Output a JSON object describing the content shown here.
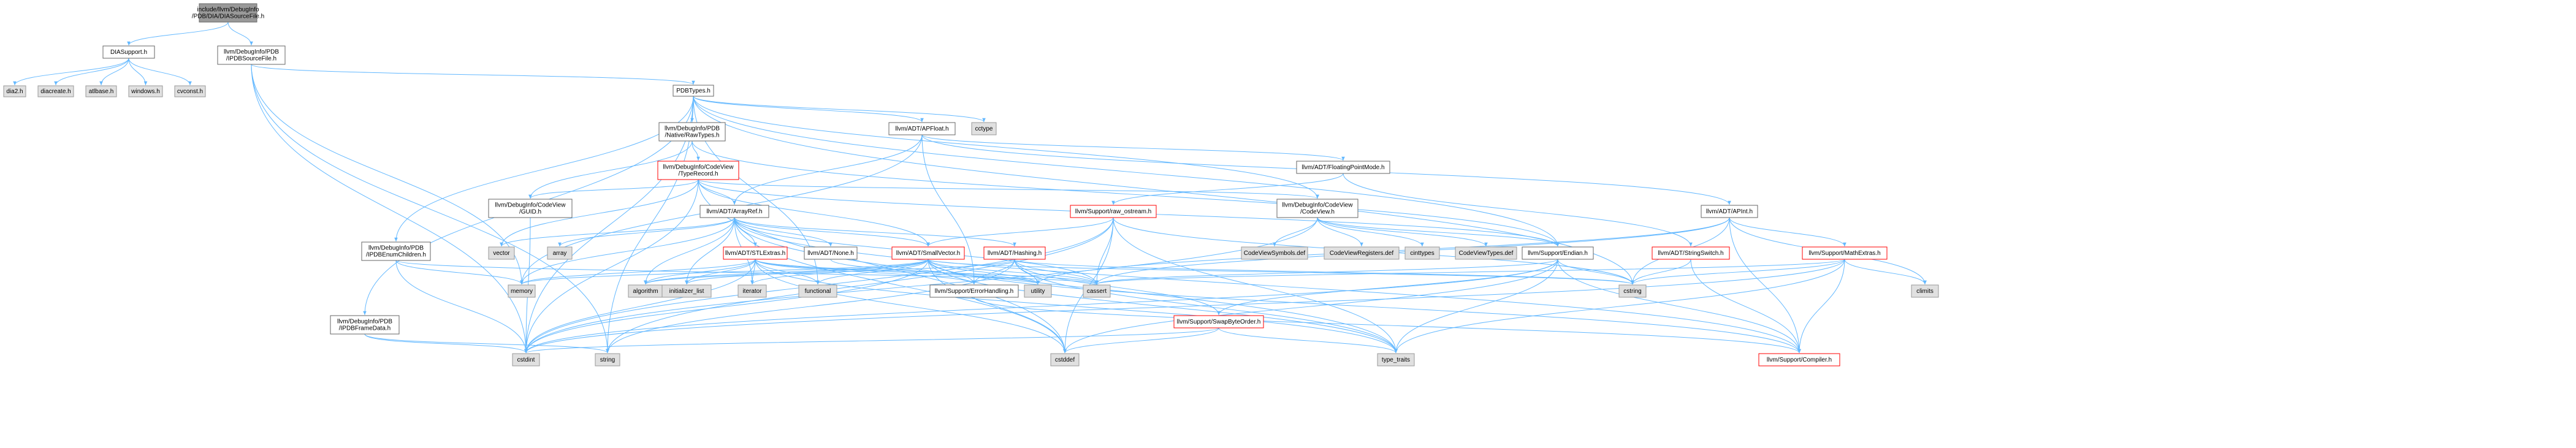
{
  "nodes": [
    {
      "id": "root",
      "lines": [
        "include/llvm/DebugInfo",
        "/PDB/DIA/DIASourceFile.h"
      ],
      "style": "root"
    },
    {
      "id": "diasupport",
      "lines": [
        "DIASupport.h"
      ],
      "style": "normal"
    },
    {
      "id": "ipdbsourcefile",
      "lines": [
        "llvm/DebugInfo/PDB",
        "/IPDBSourceFile.h"
      ],
      "style": "normal"
    },
    {
      "id": "dia2",
      "lines": [
        "dia2.h"
      ],
      "style": "gray"
    },
    {
      "id": "diacreate",
      "lines": [
        "diacreate.h"
      ],
      "style": "gray"
    },
    {
      "id": "atlbase",
      "lines": [
        "atlbase.h"
      ],
      "style": "gray"
    },
    {
      "id": "windows",
      "lines": [
        "windows.h"
      ],
      "style": "gray"
    },
    {
      "id": "cvconst",
      "lines": [
        "cvconst.h"
      ],
      "style": "gray"
    },
    {
      "id": "pdbtypes",
      "lines": [
        "PDBTypes.h"
      ],
      "style": "normal"
    },
    {
      "id": "nativerawtypes",
      "lines": [
        "llvm/DebugInfo/PDB",
        "/Native/RawTypes.h"
      ],
      "style": "normal"
    },
    {
      "id": "apfloat",
      "lines": [
        "llvm/ADT/APFloat.h"
      ],
      "style": "normal"
    },
    {
      "id": "cctype",
      "lines": [
        "cctype"
      ],
      "style": "gray"
    },
    {
      "id": "typerecord",
      "lines": [
        "llvm/DebugInfo/CodeView",
        "/TypeRecord.h"
      ],
      "style": "red"
    },
    {
      "id": "floatingpointmode",
      "lines": [
        "llvm/ADT/FloatingPointMode.h"
      ],
      "style": "normal"
    },
    {
      "id": "guid",
      "lines": [
        "llvm/DebugInfo/CodeView",
        "/GUID.h"
      ],
      "style": "normal"
    },
    {
      "id": "arrayref",
      "lines": [
        "llvm/ADT/ArrayRef.h"
      ],
      "style": "normal"
    },
    {
      "id": "rawostream",
      "lines": [
        "llvm/Support/raw_ostream.h"
      ],
      "style": "red"
    },
    {
      "id": "codeview",
      "lines": [
        "llvm/DebugInfo/CodeView",
        "/CodeView.h"
      ],
      "style": "normal"
    },
    {
      "id": "apint",
      "lines": [
        "llvm/ADT/APInt.h"
      ],
      "style": "normal"
    },
    {
      "id": "ipdbenumchildren",
      "lines": [
        "llvm/DebugInfo/PDB",
        "/IPDBEnumChildren.h"
      ],
      "style": "normal"
    },
    {
      "id": "vector",
      "lines": [
        "vector"
      ],
      "style": "gray"
    },
    {
      "id": "array",
      "lines": [
        "array"
      ],
      "style": "gray"
    },
    {
      "id": "stlextras",
      "lines": [
        "llvm/ADT/STLExtras.h"
      ],
      "style": "red"
    },
    {
      "id": "adtnone",
      "lines": [
        "llvm/ADT/None.h"
      ],
      "style": "normal"
    },
    {
      "id": "smallvector",
      "lines": [
        "llvm/ADT/SmallVector.h"
      ],
      "style": "red"
    },
    {
      "id": "hashing",
      "lines": [
        "llvm/ADT/Hashing.h"
      ],
      "style": "red"
    },
    {
      "id": "codeviewsymbols",
      "lines": [
        "CodeViewSymbols.def"
      ],
      "style": "gray"
    },
    {
      "id": "codeviewregisters",
      "lines": [
        "CodeViewRegisters.def"
      ],
      "style": "gray"
    },
    {
      "id": "cinttypes",
      "lines": [
        "cinttypes"
      ],
      "style": "gray"
    },
    {
      "id": "codeviewtypes",
      "lines": [
        "CodeViewTypes.def"
      ],
      "style": "gray"
    },
    {
      "id": "endian",
      "lines": [
        "llvm/Support/Endian.h"
      ],
      "style": "normal"
    },
    {
      "id": "stringswitch",
      "lines": [
        "llvm/ADT/StringSwitch.h"
      ],
      "style": "red"
    },
    {
      "id": "mathextras",
      "lines": [
        "llvm/Support/MathExtras.h"
      ],
      "style": "red"
    },
    {
      "id": "memory",
      "lines": [
        "memory"
      ],
      "style": "gray"
    },
    {
      "id": "algorithm",
      "lines": [
        "algorithm"
      ],
      "style": "gray"
    },
    {
      "id": "initializer_list",
      "lines": [
        "initializer_list"
      ],
      "style": "gray"
    },
    {
      "id": "iterator",
      "lines": [
        "iterator"
      ],
      "style": "gray"
    },
    {
      "id": "functional",
      "lines": [
        "functional"
      ],
      "style": "gray"
    },
    {
      "id": "errorhandling",
      "lines": [
        "llvm/Support/ErrorHandling.h"
      ],
      "style": "normal"
    },
    {
      "id": "utility",
      "lines": [
        "utility"
      ],
      "style": "gray"
    },
    {
      "id": "cassert",
      "lines": [
        "cassert"
      ],
      "style": "gray"
    },
    {
      "id": "swapbyteorder",
      "lines": [
        "llvm/Support/SwapByteOrder.h"
      ],
      "style": "red"
    },
    {
      "id": "cstring",
      "lines": [
        "cstring"
      ],
      "style": "gray"
    },
    {
      "id": "climits",
      "lines": [
        "climits"
      ],
      "style": "gray"
    },
    {
      "id": "ipdbframedata",
      "lines": [
        "llvm/DebugInfo/PDB",
        "/IPDBFrameData.h"
      ],
      "style": "normal"
    },
    {
      "id": "cstdint",
      "lines": [
        "cstdint"
      ],
      "style": "gray"
    },
    {
      "id": "string",
      "lines": [
        "string"
      ],
      "style": "gray"
    },
    {
      "id": "cstddef",
      "lines": [
        "cstddef"
      ],
      "style": "gray"
    },
    {
      "id": "typetraits",
      "lines": [
        "type_traits"
      ],
      "style": "gray"
    },
    {
      "id": "compiler",
      "lines": [
        "llvm/Support/Compiler.h"
      ],
      "style": "red"
    }
  ],
  "edges": [
    [
      "root",
      "diasupport"
    ],
    [
      "root",
      "ipdbsourcefile"
    ],
    [
      "diasupport",
      "dia2"
    ],
    [
      "diasupport",
      "diacreate"
    ],
    [
      "diasupport",
      "atlbase"
    ],
    [
      "diasupport",
      "windows"
    ],
    [
      "diasupport",
      "cvconst"
    ],
    [
      "ipdbsourcefile",
      "pdbtypes"
    ],
    [
      "ipdbsourcefile",
      "cstdint"
    ],
    [
      "ipdbsourcefile",
      "memory"
    ],
    [
      "ipdbsourcefile",
      "string"
    ],
    [
      "pdbtypes",
      "nativerawtypes"
    ],
    [
      "pdbtypes",
      "apfloat"
    ],
    [
      "pdbtypes",
      "cctype"
    ],
    [
      "pdbtypes",
      "codeview"
    ],
    [
      "pdbtypes",
      "ipdbenumchildren"
    ],
    [
      "pdbtypes",
      "ipdbframedata"
    ],
    [
      "pdbtypes",
      "endian"
    ],
    [
      "pdbtypes",
      "cstdint"
    ],
    [
      "pdbtypes",
      "cstring"
    ],
    [
      "pdbtypes",
      "functional"
    ],
    [
      "pdbtypes",
      "string"
    ],
    [
      "nativerawtypes",
      "typerecord"
    ],
    [
      "nativerawtypes",
      "guid"
    ],
    [
      "nativerawtypes",
      "endian"
    ],
    [
      "apfloat",
      "apint"
    ],
    [
      "apfloat",
      "arrayref"
    ],
    [
      "apfloat",
      "floatingpointmode"
    ],
    [
      "apfloat",
      "errorhandling"
    ],
    [
      "apfloat",
      "memory"
    ],
    [
      "typerecord",
      "guid"
    ],
    [
      "typerecord",
      "arrayref"
    ],
    [
      "typerecord",
      "codeview"
    ],
    [
      "typerecord",
      "smallvector"
    ],
    [
      "typerecord",
      "endian"
    ],
    [
      "typerecord",
      "vector"
    ],
    [
      "typerecord",
      "cstdint"
    ],
    [
      "typerecord",
      "cstddef"
    ],
    [
      "floatingpointmode",
      "stringswitch"
    ],
    [
      "floatingpointmode",
      "rawostream"
    ],
    [
      "guid",
      "cstdint"
    ],
    [
      "arrayref",
      "hashing"
    ],
    [
      "arrayref",
      "smallvector"
    ],
    [
      "arrayref",
      "stlextras"
    ],
    [
      "arrayref",
      "adtnone"
    ],
    [
      "arrayref",
      "compiler"
    ],
    [
      "arrayref",
      "algorithm"
    ],
    [
      "arrayref",
      "array"
    ],
    [
      "arrayref",
      "cassert"
    ],
    [
      "arrayref",
      "cstddef"
    ],
    [
      "arrayref",
      "initializer_list"
    ],
    [
      "arrayref",
      "iterator"
    ],
    [
      "arrayref",
      "memory"
    ],
    [
      "arrayref",
      "typetraits"
    ],
    [
      "arrayref",
      "vector"
    ],
    [
      "rawostream",
      "smallvector"
    ],
    [
      "rawostream",
      "cassert"
    ],
    [
      "rawostream",
      "cstddef"
    ],
    [
      "rawostream",
      "cstdint"
    ],
    [
      "rawostream",
      "cstring"
    ],
    [
      "rawostream",
      "string"
    ],
    [
      "rawostream",
      "typetraits"
    ],
    [
      "codeview",
      "codeviewsymbols"
    ],
    [
      "codeview",
      "codeviewregisters"
    ],
    [
      "codeview",
      "cinttypes"
    ],
    [
      "codeview",
      "codeviewtypes"
    ],
    [
      "codeview",
      "endian"
    ],
    [
      "codeview",
      "cstdint"
    ],
    [
      "apint",
      "mathextras"
    ],
    [
      "apint",
      "cassert"
    ],
    [
      "apint",
      "climits"
    ],
    [
      "apint",
      "cstring"
    ],
    [
      "apint",
      "utility"
    ],
    [
      "apint",
      "compiler"
    ],
    [
      "ipdbenumchildren",
      "memory"
    ],
    [
      "ipdbenumchildren",
      "cstdint"
    ],
    [
      "ipdbenumchildren",
      "cassert"
    ],
    [
      "stlextras",
      "algorithm"
    ],
    [
      "stlextras",
      "cassert"
    ],
    [
      "stlextras",
      "cstddef"
    ],
    [
      "stlextras",
      "cstdint"
    ],
    [
      "stlextras",
      "functional"
    ],
    [
      "stlextras",
      "initializer_list"
    ],
    [
      "stlextras",
      "iterator"
    ],
    [
      "stlextras",
      "memory"
    ],
    [
      "stlextras",
      "typetraits"
    ],
    [
      "stlextras",
      "utility"
    ],
    [
      "stlextras",
      "errorhandling"
    ],
    [
      "adtnone",
      "utility"
    ],
    [
      "smallvector",
      "compiler"
    ],
    [
      "smallvector",
      "algorithm"
    ],
    [
      "smallvector",
      "cassert"
    ],
    [
      "smallvector",
      "cstddef"
    ],
    [
      "smallvector",
      "cstdint"
    ],
    [
      "smallvector",
      "cstring"
    ],
    [
      "smallvector",
      "functional"
    ],
    [
      "smallvector",
      "initializer_list"
    ],
    [
      "smallvector",
      "iterator"
    ],
    [
      "smallvector",
      "memory"
    ],
    [
      "smallvector",
      "typetraits"
    ],
    [
      "smallvector",
      "utility"
    ],
    [
      "smallvector",
      "errorhandling"
    ],
    [
      "hashing",
      "errorhandling"
    ],
    [
      "hashing",
      "swapbyteorder"
    ],
    [
      "hashing",
      "algorithm"
    ],
    [
      "hashing",
      "cassert"
    ],
    [
      "hashing",
      "cstring"
    ],
    [
      "hashing",
      "string"
    ],
    [
      "hashing",
      "typetraits"
    ],
    [
      "hashing",
      "utility"
    ],
    [
      "endian",
      "compiler"
    ],
    [
      "endian",
      "swapbyteorder"
    ],
    [
      "endian",
      "cassert"
    ],
    [
      "endian",
      "cstddef"
    ],
    [
      "endian",
      "cstdint"
    ],
    [
      "endian",
      "cstring"
    ],
    [
      "endian",
      "typetraits"
    ],
    [
      "stringswitch",
      "compiler"
    ],
    [
      "stringswitch",
      "cstring"
    ],
    [
      "mathextras",
      "compiler"
    ],
    [
      "mathextras",
      "cassert"
    ],
    [
      "mathextras",
      "climits"
    ],
    [
      "mathextras",
      "cstring"
    ],
    [
      "mathextras",
      "typetraits"
    ],
    [
      "mathextras",
      "cstdint"
    ],
    [
      "ipdbframedata",
      "cstdint"
    ],
    [
      "ipdbframedata",
      "string"
    ],
    [
      "errorhandling",
      "compiler"
    ],
    [
      "swapbyteorder",
      "cstddef"
    ],
    [
      "swapbyteorder",
      "cstdint"
    ],
    [
      "swapbyteorder",
      "typetraits"
    ]
  ],
  "colors": {
    "edge": "#63b8ff",
    "root_fill": "#999999",
    "root_stroke": "#666666",
    "normal_fill": "#ffffff",
    "normal_stroke": "#666666",
    "gray_fill": "#e0e0e0",
    "gray_stroke": "#999999",
    "red_fill": "#ffffff",
    "red_stroke": "#ff0000"
  }
}
